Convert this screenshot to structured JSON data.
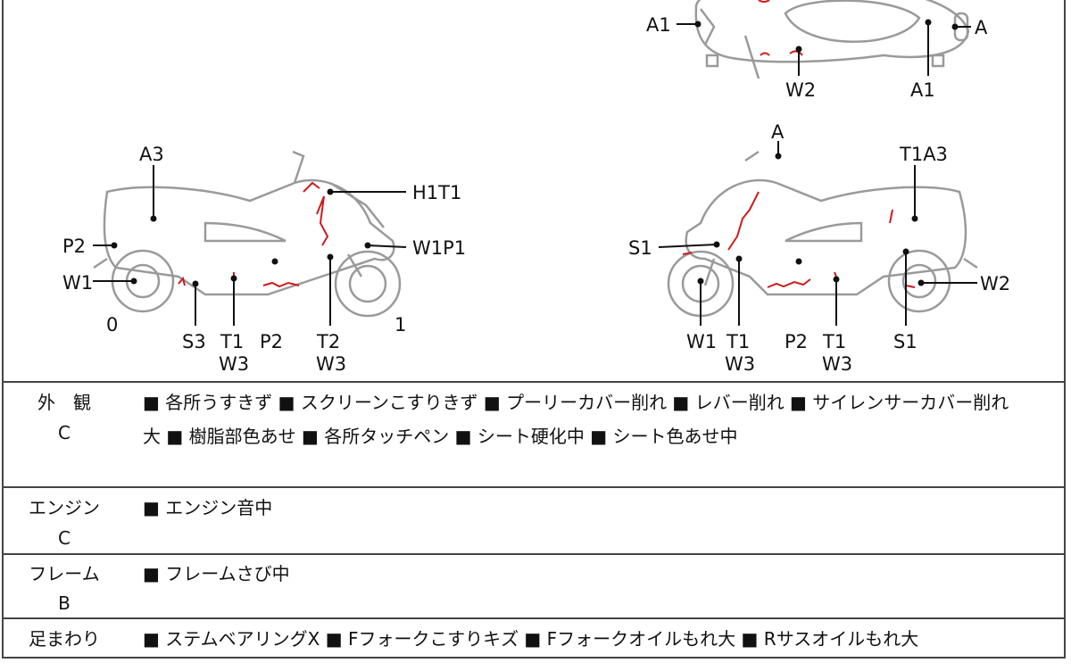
{
  "diagram": {
    "top_view": {
      "a1_left": "A1",
      "a_right": "A",
      "w2": "W2",
      "a1_bottom": "A1"
    },
    "left_view": {
      "a3": "A3",
      "h1t1": "H1T1",
      "p2_left": "P2",
      "w1p1": "W1P1",
      "w1": "W1",
      "zero": "0",
      "one": "1",
      "s3": "S3",
      "t1": "T1",
      "w3_a": "W3",
      "p2": "P2",
      "t2": "T2",
      "w3_b": "W3"
    },
    "right_view": {
      "a": "A",
      "t1a3": "T1A3",
      "s1_left": "S1",
      "w2": "W2",
      "w1": "W1",
      "t1_a": "T1",
      "w3_a": "W3",
      "p2": "P2",
      "t1_b": "T1",
      "w3_b": "W3",
      "s1_bottom": "S1"
    },
    "colors": {
      "outline": "#9a9a9a",
      "damage": "#cc1b1b"
    }
  },
  "sections": [
    {
      "name": "外　観",
      "grade": "C",
      "lines": [
        "■ 各所うすきず ■ スクリーンこすりきず ■ プーリーカバー削れ ■ レバー削れ ■ サイレンサーカバー削れ",
        "大 ■ 樹脂部色あせ ■ 各所タッチペン ■ シート硬化中 ■ シート色あせ中"
      ]
    },
    {
      "name": "エンジン",
      "grade": "C",
      "lines": [
        "■ エンジン音中"
      ]
    },
    {
      "name": "フレーム",
      "grade": "B",
      "lines": [
        "■ フレームさび中"
      ]
    },
    {
      "name": "足まわり",
      "grade": "",
      "lines": [
        "■ ステムベアリングX ■ Fフォークこすりキズ ■ Fフォークオイルもれ大 ■ Rサスオイルもれ大"
      ]
    }
  ]
}
